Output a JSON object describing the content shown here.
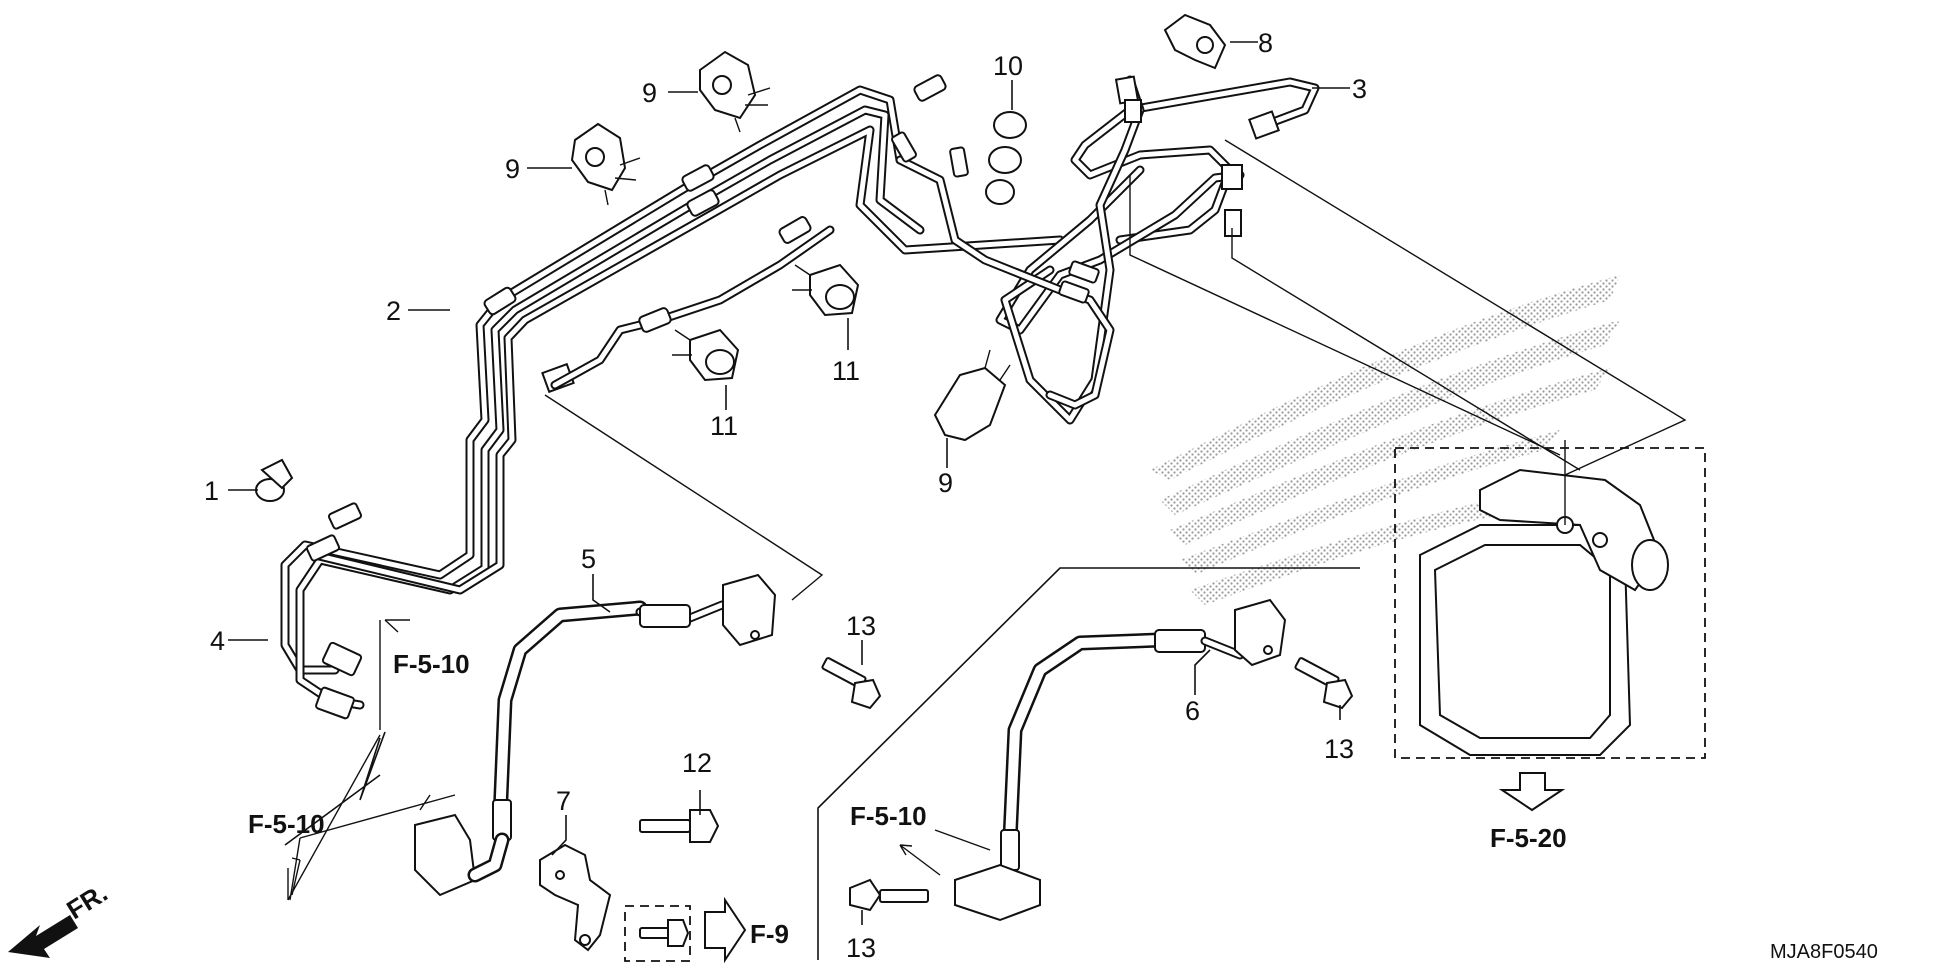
{
  "callouts": {
    "c1": "1",
    "c2": "2",
    "c3": "3",
    "c4": "4",
    "c5": "5",
    "c6": "6",
    "c7": "7",
    "c8": "8",
    "c9a": "9",
    "c9b": "9",
    "c9c": "9",
    "c10": "10",
    "c11a": "11",
    "c11b": "11",
    "c12": "12",
    "c13a": "13",
    "c13b": "13",
    "c13c": "13"
  },
  "references": {
    "f510_a": "F-5-10",
    "f510_b": "F-5-10",
    "f510_c": "F-5-10",
    "f520": "F-5-20",
    "f9": "F-9"
  },
  "front_indicator": "FR.",
  "diagram_code": "MJA8F0540",
  "icons": [
    "front-arrow-icon",
    "reference-arrow-icon",
    "honda-wing-watermark-icon"
  ]
}
